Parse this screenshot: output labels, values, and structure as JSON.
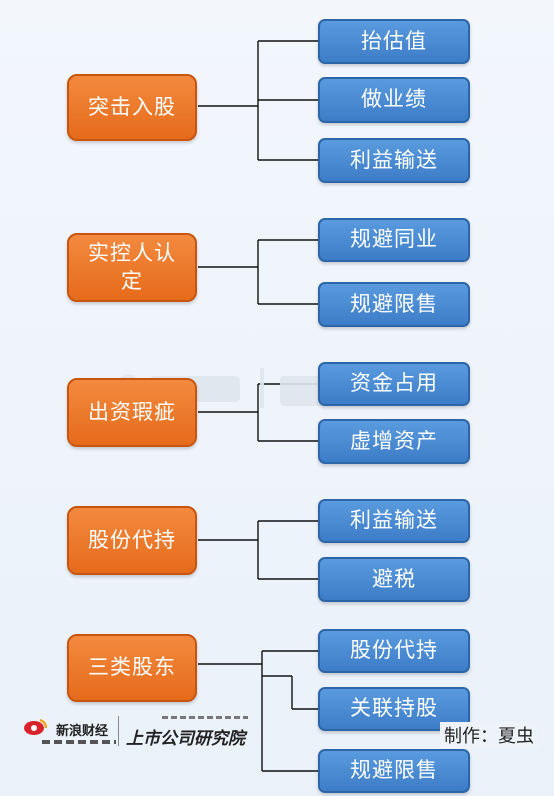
{
  "groups": [
    {
      "category": "突击入股",
      "items": [
        "抬估值",
        "做业绩",
        "利益输送"
      ]
    },
    {
      "category": "实控人认定",
      "items": [
        "规避同业",
        "规避限售"
      ]
    },
    {
      "category": "出资瑕疵",
      "items": [
        "资金占用",
        "虚增资产"
      ]
    },
    {
      "category": "股份代持",
      "items": [
        "利益输送",
        "避税"
      ]
    },
    {
      "category": "三类股东",
      "items": [
        "股份代持",
        "关联持股",
        "规避限售"
      ]
    }
  ],
  "footer": {
    "sina_brand": "新浪财经",
    "research_brand": "上市公司研究院",
    "credit": "制作：夏虫"
  },
  "colors": {
    "category_box": "#ec7a2c",
    "item_box": "#4a8bd4",
    "connector": "#111111"
  }
}
